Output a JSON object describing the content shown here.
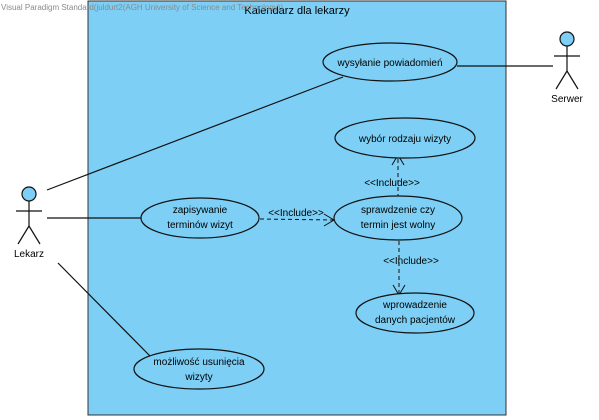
{
  "watermark": "Visual Paradigm Standard(juldurt2(AGH University of Science and Technology))",
  "system": {
    "title": "Kalendarz dla lekarzy",
    "fill": "#7DCFF5",
    "stroke": "#333333"
  },
  "actors": {
    "lekarz": {
      "label": "Lekarz"
    },
    "serwer": {
      "label": "Serwer"
    },
    "head_fill": "#7DCFF5"
  },
  "use_cases": {
    "powiadomienia": {
      "line1": "wysyłanie powiadomień"
    },
    "wybor": {
      "line1": "wybór rodzaju wizyty"
    },
    "zapisywanie": {
      "line1": "zapisywanie",
      "line2": "terminów wizyt"
    },
    "sprawdzenie": {
      "line1": "sprawdzenie czy",
      "line2": "termin jest wolny"
    },
    "wprowadzenie": {
      "line1": "wprowadzenie",
      "line2": "danych pacjentów"
    },
    "usuniecie": {
      "line1": "możliwość usunięcia",
      "line2": "wizyty"
    }
  },
  "relations": {
    "include_wybor": "<<Include>>",
    "include_sprawdzenie": "<<Include>>",
    "include_wprowadzenie": "<<Include>>"
  }
}
